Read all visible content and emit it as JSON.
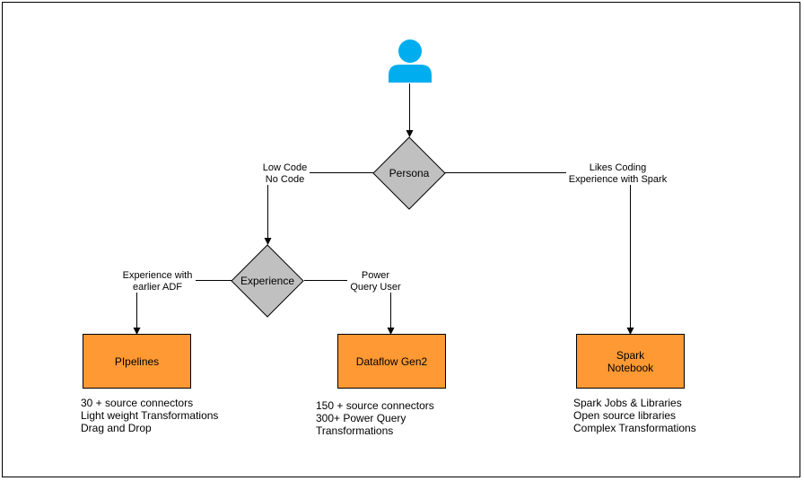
{
  "diagram": {
    "persona_icon": "user-icon",
    "nodes": {
      "persona": "Persona",
      "experience": "Experience",
      "pipelines": "PIpelines",
      "dataflow": "Dataflow Gen2",
      "spark": [
        "Spark",
        "Notebook"
      ]
    },
    "edges": {
      "low_code": [
        "Low Code",
        "No Code"
      ],
      "likes_coding": [
        "Likes Coding",
        "Experience with Spark"
      ],
      "earlier_adf": [
        "Experience with",
        "earlier ADF"
      ],
      "power_query": [
        "Power",
        "Query User"
      ]
    },
    "notes": {
      "pipelines": [
        "30 + source connectors",
        "Light weight Transformations",
        "Drag and Drop"
      ],
      "dataflow": [
        "150 + source connectors",
        "300+ Power Query",
        "Transformations"
      ],
      "spark": [
        "Spark Jobs & Libraries",
        "Open source libraries",
        "Complex Transformations"
      ]
    },
    "colors": {
      "icon": "#00aeef",
      "decision": "#c0c0c0",
      "process": "#ff9933",
      "border": "#000000"
    }
  }
}
